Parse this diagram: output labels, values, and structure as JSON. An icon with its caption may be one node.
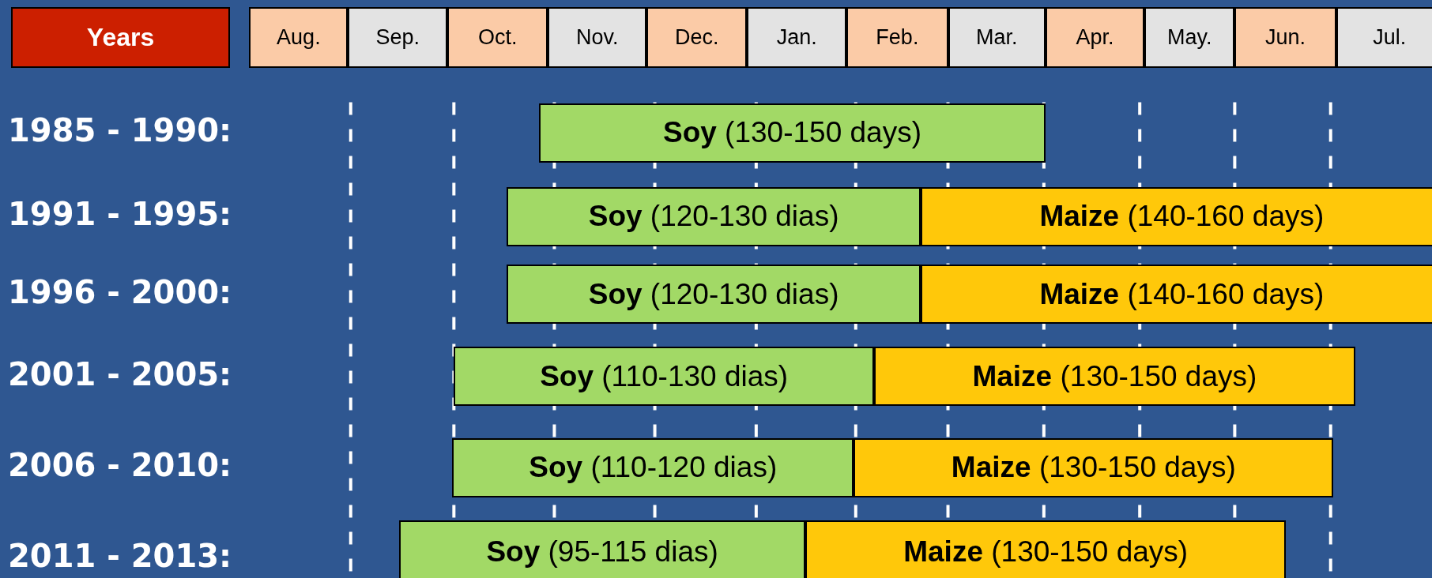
{
  "diagram": {
    "nodes": [
      {
        "text": [
          "Years"
        ]
      },
      {
        "text": [
          "Aug."
        ]
      },
      {
        "text": [
          "Sep."
        ]
      },
      {
        "text": [
          "Oct."
        ]
      },
      {
        "text": [
          "Nov."
        ]
      },
      {
        "text": [
          "Dec."
        ]
      },
      {
        "text": [
          "Jan."
        ]
      },
      {
        "text": [
          "Feb."
        ]
      },
      {
        "text": [
          "Mar."
        ]
      },
      {
        "text": [
          "Apr."
        ]
      },
      {
        "text": [
          "May."
        ]
      },
      {
        "text": [
          "Jun."
        ]
      },
      {
        "text": [
          "Jul."
        ]
      },
      {
        "text": [
          "**Soy** (130-150 days)"
        ]
      },
      {
        "text": [
          "**Soy** (120-130 dias)"
        ]
      },
      {
        "text": [
          "**Maize** (140-160 days)"
        ]
      },
      {
        "text": [
          "**Soy** (120-130 dias)"
        ]
      },
      {
        "text": [
          "**Maize** (140-160 days)"
        ]
      },
      {
        "text": [
          "**Soy** (110-130 dias)"
        ]
      },
      {
        "text": [
          "**Maize** (130-150 days)"
        ]
      },
      {
        "text": [
          "**Soy** (110-120 dias)"
        ]
      },
      {
        "text": [
          "**Maize** (130-150 days)"
        ]
      },
      {
        "text": [
          "**Soy** (95-115 dias)"
        ]
      },
      {
        "text": [
          "**Maize** (130-150 days)"
        ]
      }
    ],
    "labels": [
      "1985 - 1990:",
      "1991 - 1995:",
      "1996 - 2000:",
      "2001 - 2005:",
      "2006 - 2010:",
      "2011 - 2013:"
    ]
  }
}
